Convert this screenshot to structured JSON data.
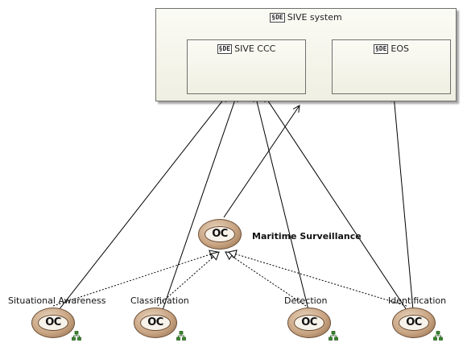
{
  "blocks": {
    "outer": {
      "stereotype": "§DE",
      "name": "SIVE system"
    },
    "ccc": {
      "stereotype": "§DE",
      "name": "SIVE CCC"
    },
    "eos": {
      "stereotype": "§DE",
      "name": "EOS"
    }
  },
  "capabilities": {
    "parent": {
      "glyph": "OC",
      "name": "Maritime Surveillance"
    },
    "children": [
      {
        "glyph": "OC",
        "name": "Situational Awareness"
      },
      {
        "glyph": "OC",
        "name": "Classification"
      },
      {
        "glyph": "OC",
        "name": "Detection"
      },
      {
        "glyph": "OC",
        "name": "Identification"
      }
    ]
  },
  "icons": {
    "stereotype": "block-stereotype-icon",
    "capability": "operational-capability-icon",
    "hierarchy": "hierarchy-icon"
  },
  "colors": {
    "block_fill": "#f3f3e8",
    "capability_fill": "#c9a583",
    "hierarchy_icon": "#3a8a2c"
  }
}
